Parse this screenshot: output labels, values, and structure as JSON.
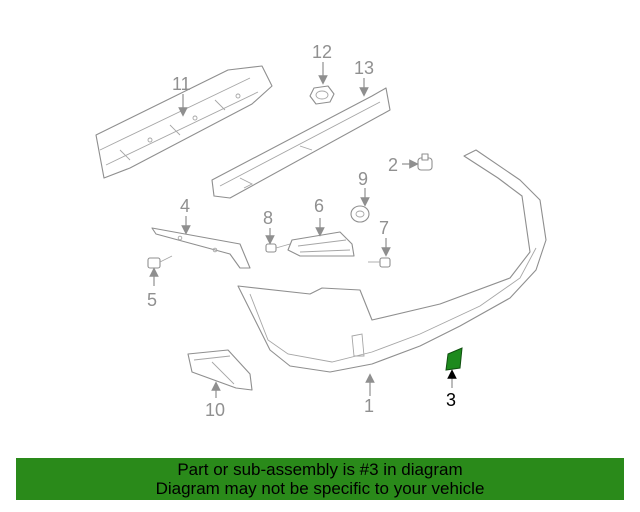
{
  "diagram": {
    "callouts": [
      {
        "id": "1",
        "label": "1"
      },
      {
        "id": "2",
        "label": "2"
      },
      {
        "id": "3",
        "label": "3"
      },
      {
        "id": "4",
        "label": "4"
      },
      {
        "id": "5",
        "label": "5"
      },
      {
        "id": "6",
        "label": "6"
      },
      {
        "id": "7",
        "label": "7"
      },
      {
        "id": "8",
        "label": "8"
      },
      {
        "id": "9",
        "label": "9"
      },
      {
        "id": "10",
        "label": "10"
      },
      {
        "id": "11",
        "label": "11"
      },
      {
        "id": "12",
        "label": "12"
      },
      {
        "id": "13",
        "label": "13"
      }
    ],
    "highlighted_part": "3",
    "highlight_color": "#1d8a1d"
  },
  "banner": {
    "line1": "Part or sub-assembly is #3 in diagram",
    "line2": "Diagram may not be specific to your vehicle",
    "background": "#2a8a1a"
  }
}
